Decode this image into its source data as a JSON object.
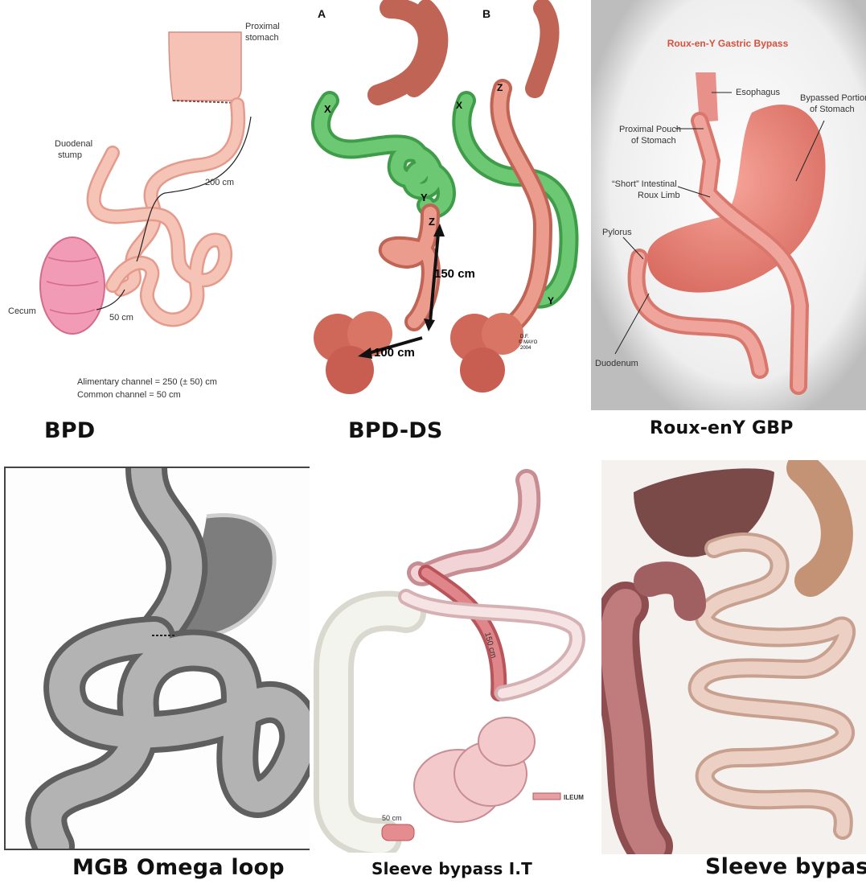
{
  "captions": {
    "bpd": "BPD",
    "bpd_ds": "BPD-DS",
    "rygb": "Roux-enY  GBP",
    "mgb": "MGB Omega loop",
    "sleeve_it": "Sleeve bypass I.T",
    "sleeve": "Sleeve bypass"
  },
  "bpd_panel": {
    "proximal_stomach": [
      "Proximal",
      "stomach"
    ],
    "duodenal_stump": [
      "Duodenal",
      "stump"
    ],
    "length_200": "200 cm",
    "length_50": "50 cm",
    "cecum": "Cecum",
    "alimentary": "Alimentary channel = 250 (± 50) cm",
    "common": "Common channel = 50 cm"
  },
  "bpdds_panel": {
    "label_a": "A",
    "label_b": "B",
    "x": "X",
    "y": "Y",
    "z": "Z",
    "length_150": "150 cm",
    "length_100": "100 cm",
    "credit": [
      "D.F.",
      "© MAYO",
      "2004"
    ]
  },
  "rygb_panel": {
    "title": "Roux-en-Y Gastric Bypass",
    "esophagus": "Esophagus",
    "bypassed": [
      "Bypassed Portion",
      "of Stomach"
    ],
    "pouch": [
      "Proximal Pouch",
      "of Stomach"
    ],
    "roux": [
      "“Short” Intestinal",
      "Roux Limb"
    ],
    "pylorus": "Pylorus",
    "duodenum": "Duodenum"
  },
  "sleeve_it_panel": {
    "length_150": "150 cm",
    "length_50": "50 cm",
    "legend": "ILEUM"
  },
  "colors": {
    "pink": "#f4b5a8",
    "pink_dark": "#d97c6c",
    "salmon": "#e98e7e",
    "green": "#57b860",
    "green_dark": "#2e8a3a",
    "grey": "#8a8a8a",
    "liver": "#7a4a48",
    "colon": "#b06a6c",
    "bowel_beige": "#e8c8b6"
  }
}
